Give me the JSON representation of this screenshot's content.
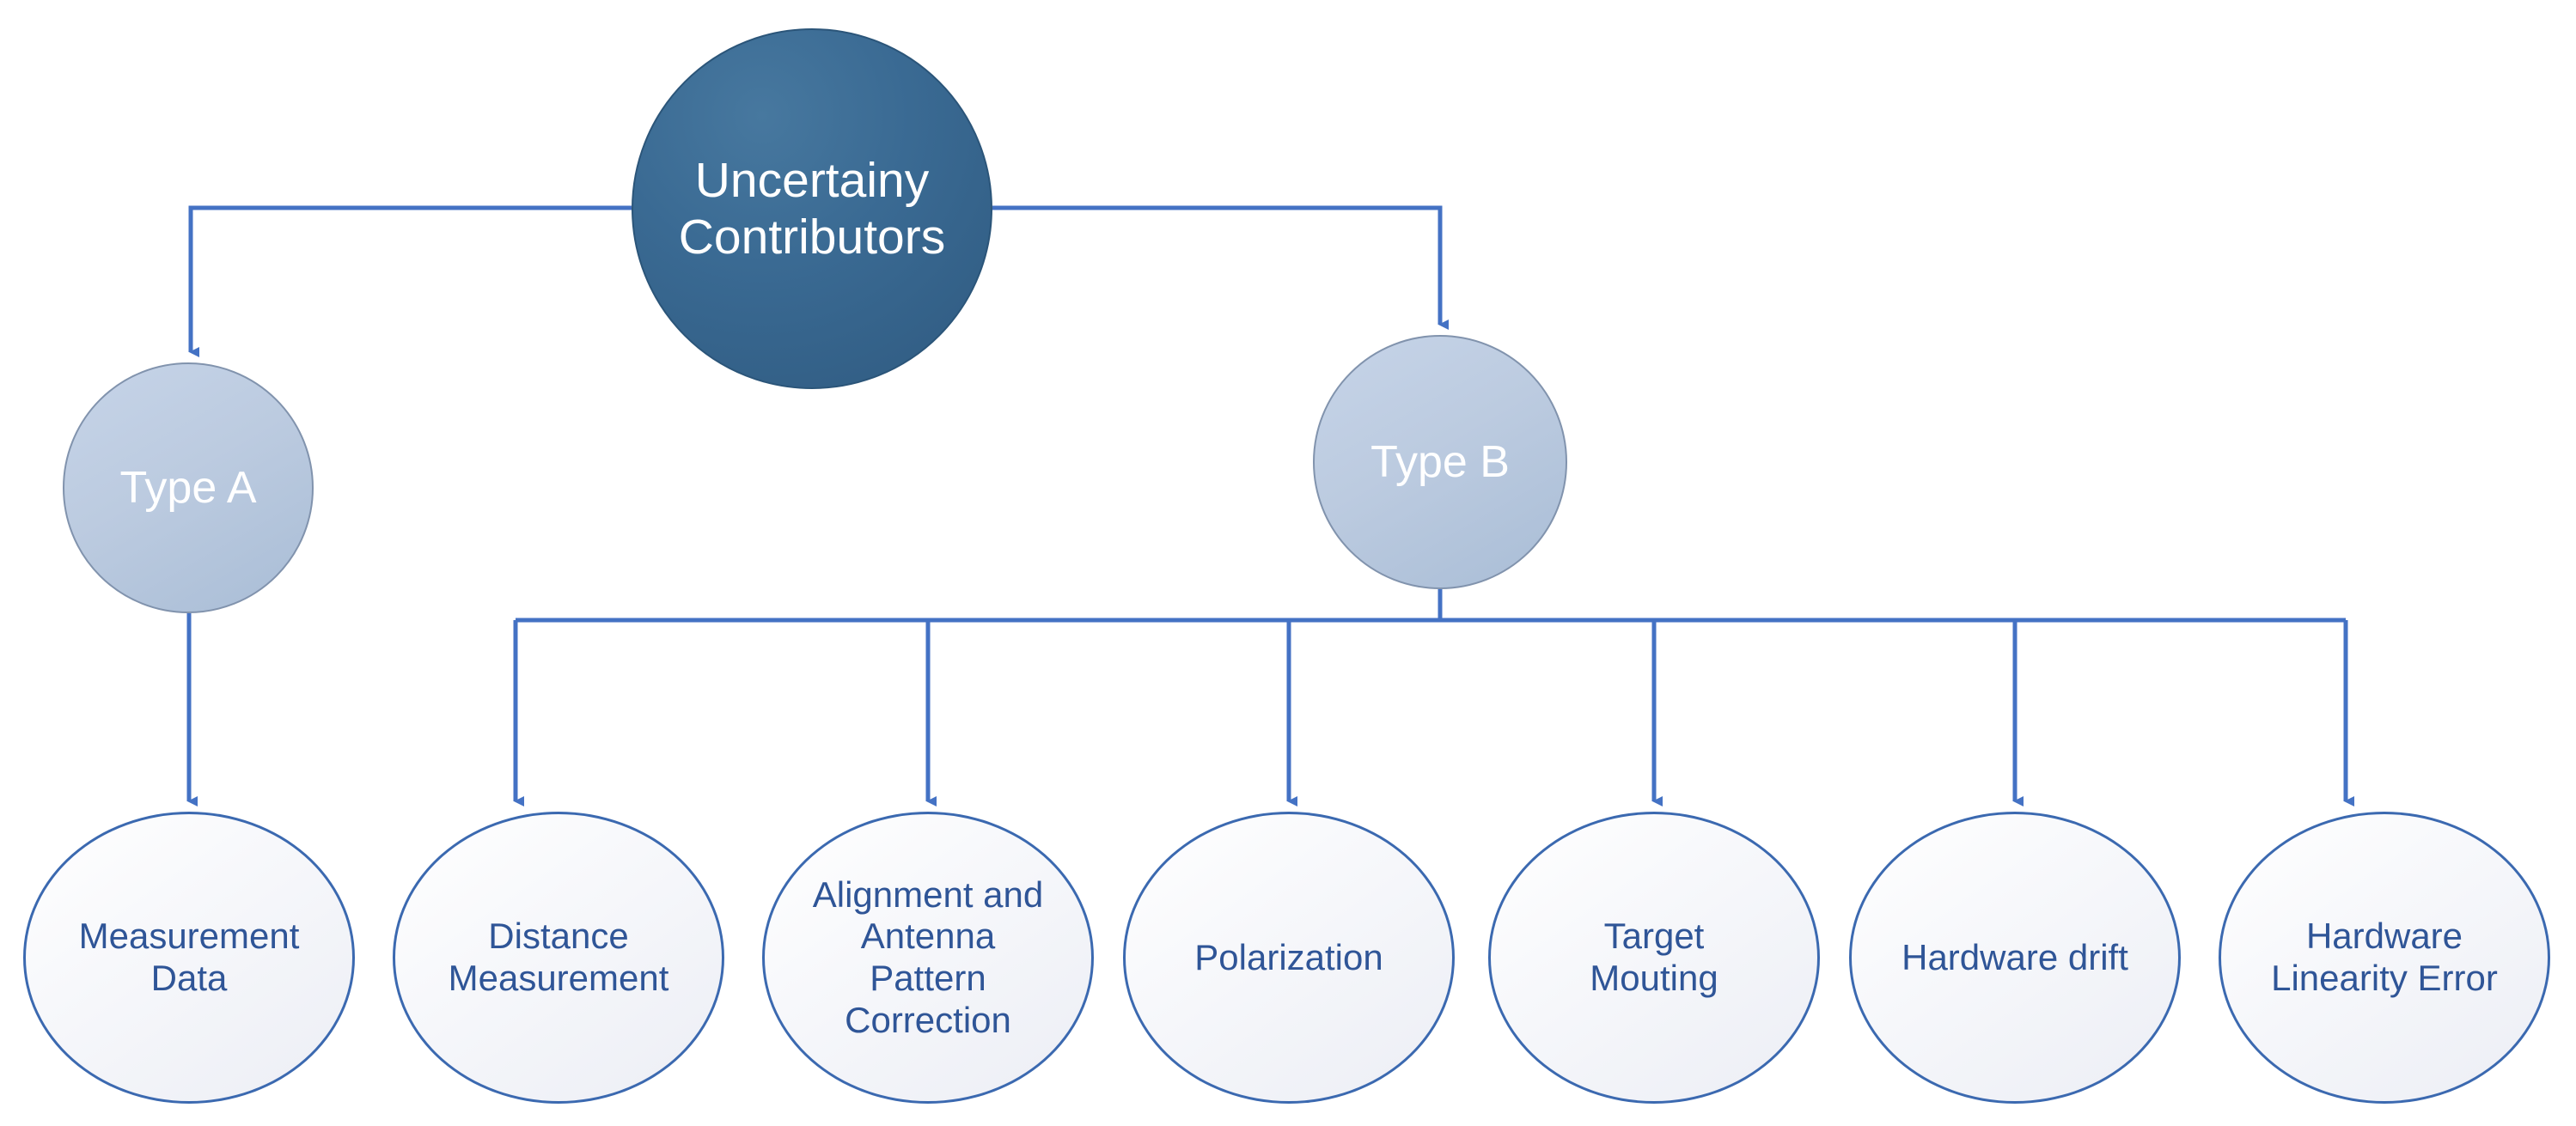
{
  "diagram": {
    "title": "Uncertainty Contributors",
    "type": "tree",
    "colors": {
      "root_fill": "#35638d",
      "root_text": "#ffffff",
      "mid_fill": "#bccbe0",
      "mid_border": "#8193ad",
      "mid_text": "#ffffff",
      "leaf_fill": "#f4f6fa",
      "leaf_border": "#3b69b0",
      "leaf_text": "#2f5597",
      "connector": "#4472c4",
      "background": "#ffffff"
    },
    "root": {
      "label": "Uncertainy\nContributors"
    },
    "branches": [
      {
        "label": "Type A",
        "children": [
          {
            "label": "Measurement\nData"
          }
        ]
      },
      {
        "label": "Type B",
        "children": [
          {
            "label": "Distance\nMeasurement"
          },
          {
            "label": "Alignment and\nAntenna\nPattern\nCorrection"
          },
          {
            "label": "Polarization"
          },
          {
            "label": "Target\nMouting"
          },
          {
            "label": "Hardware drift"
          },
          {
            "label": "Hardware\nLinearity Error"
          }
        ]
      }
    ],
    "leaves": [
      {
        "label": "Measurement\nData"
      },
      {
        "label": "Distance\nMeasurement"
      },
      {
        "label": "Alignment and\nAntenna\nPattern\nCorrection"
      },
      {
        "label": "Polarization"
      },
      {
        "label": "Target\nMouting"
      },
      {
        "label": "Hardware drift"
      },
      {
        "label": "Hardware\nLinearity Error"
      }
    ]
  }
}
